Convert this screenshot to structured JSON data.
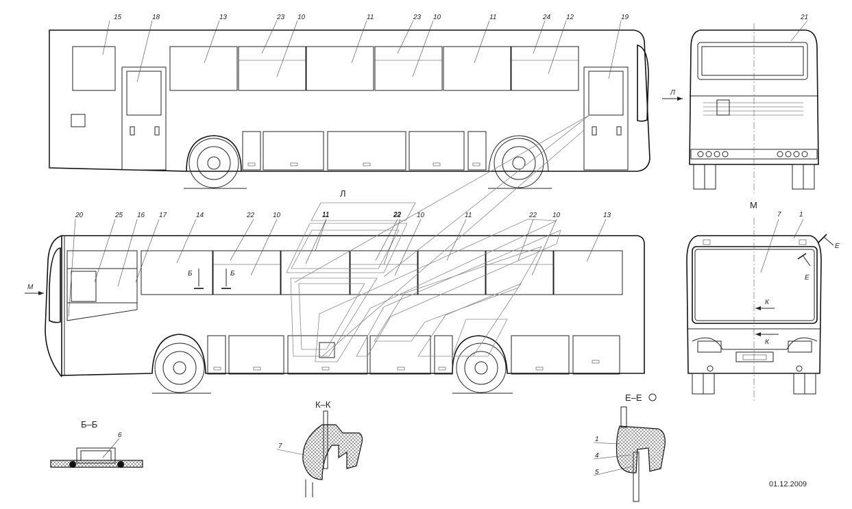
{
  "drawing": {
    "date": "01.12.2009",
    "views": {
      "left_side": {
        "callouts": [
          "15",
          "18",
          "13",
          "23",
          "10",
          "11",
          "23",
          "10",
          "11",
          "24",
          "12",
          "19"
        ]
      },
      "right_side": {
        "callouts": [
          "20",
          "25",
          "16",
          "17",
          "14",
          "22",
          "10",
          "11",
          "22",
          "10",
          "11",
          "22",
          "10",
          "13"
        ],
        "section_marks": [
          "Б",
          "Б"
        ],
        "view_arrow": "М"
      },
      "rear": {
        "callouts": [
          "21"
        ],
        "view_arrow": "Л"
      },
      "front": {
        "title": "М",
        "callouts": [
          "7",
          "1"
        ],
        "section_marks": [
          "Е",
          "Е",
          "К",
          "К"
        ]
      },
      "view_l": {
        "title": "Л",
        "callouts": [
          "11",
          "22",
          "10"
        ]
      },
      "section_bb": {
        "title": "Б–Б",
        "callouts": [
          "6"
        ]
      },
      "section_kk": {
        "title": "К–К",
        "callouts": [
          "7"
        ]
      },
      "section_ee": {
        "title": "Е–Е",
        "callouts": [
          "1",
          "4",
          "5"
        ]
      }
    }
  }
}
